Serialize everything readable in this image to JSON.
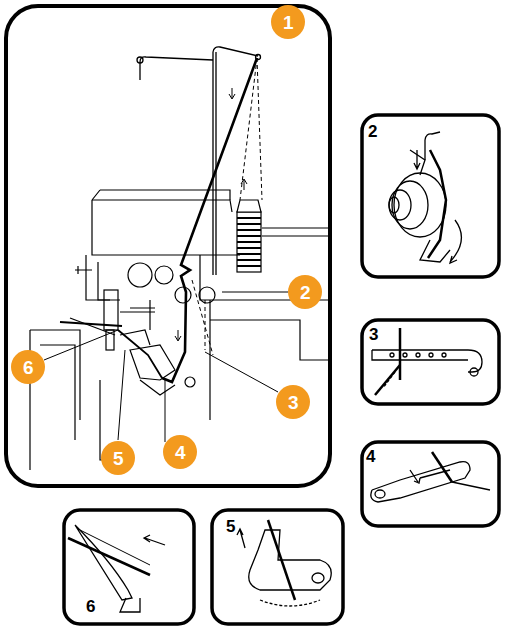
{
  "diagram": {
    "nodes": [
      {
        "text": [
          "1"
        ]
      },
      {
        "text": [
          "2"
        ]
      },
      {
        "text": [
          "2"
        ]
      },
      {
        "text": [
          "6"
        ]
      },
      {
        "text": [
          "3"
        ]
      },
      {
        "text": [
          "3"
        ]
      },
      {
        "text": [
          "5"
        ]
      },
      {
        "text": [
          "4"
        ]
      },
      {
        "text": [
          "4"
        ]
      },
      {
        "text": [
          "6"
        ]
      },
      {
        "text": [
          "5"
        ]
      }
    ]
  }
}
